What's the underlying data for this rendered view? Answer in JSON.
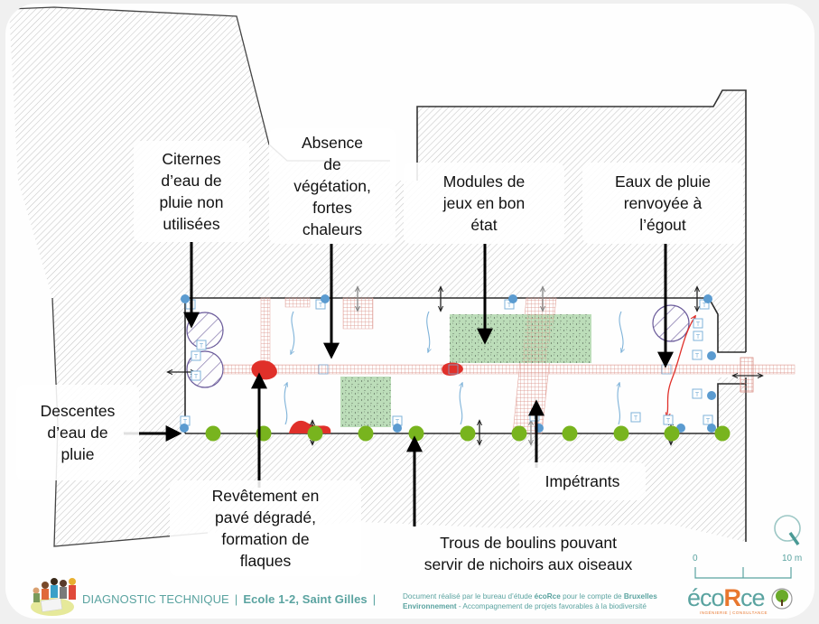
{
  "map": {
    "title": "Diagnostic technique - Ecole 1-2, Saint Gilles",
    "colors": {
      "building_hatch": "#c9c9c9",
      "outline": "#333333",
      "downspout": "#5b9bd0",
      "tree_hole": "#78b41e",
      "pavement": "#d98b82",
      "damage": "#e0302a",
      "play_module": "#b8dbb5",
      "cistern": "#6a5a9a",
      "sewer_flow": "#e0302a",
      "teal": "#5aa3a0"
    },
    "legend_symbols": {
      "downspout": "blue-dot",
      "inspection_hatch": "T-box",
      "access": "double-arrow",
      "runoff": "wavy-arrow"
    }
  },
  "callouts": {
    "citernes": "Citernes\nd’eau de\npluie non\nutilisées",
    "absence": "Absence\nde\nvégétation,\nfortes\nchaleurs",
    "modules": "Modules de\njeux en bon\nétat",
    "eaux": "Eaux de pluie\nrenvoyée à\nl’égout",
    "descentes": "Descentes\nd’eau de\npluie",
    "revetement": "Revêtement en\npavé dégradé,\nformation de\nflaques",
    "impetrants": "Impétrants",
    "trous": "Trous de boulins pouvant\nservir de nichoirs aux oiseaux"
  },
  "scale": {
    "start_label": "0",
    "end_label": "10 m"
  },
  "compass": {
    "icon": "north-arrow"
  },
  "footer": {
    "title": "DIAGNOSTIC TECHNIQUE",
    "school": "Ecole 1-2, Saint Gilles",
    "desc_line1_a": "Document réalisé par le bureau d’étude ",
    "desc_brand": "écoRce",
    "desc_line1_b": " pour le compte de ",
    "desc_client1": "Bruxelles",
    "desc_client2": "Environnement",
    "desc_line2": " - Accompagnement de projets favorables à la biodiversité",
    "logo_a": "éco",
    "logo_r": "R",
    "logo_b": "ce",
    "logo_sub": "INGÉNIERIE | CONSULTANCE"
  }
}
